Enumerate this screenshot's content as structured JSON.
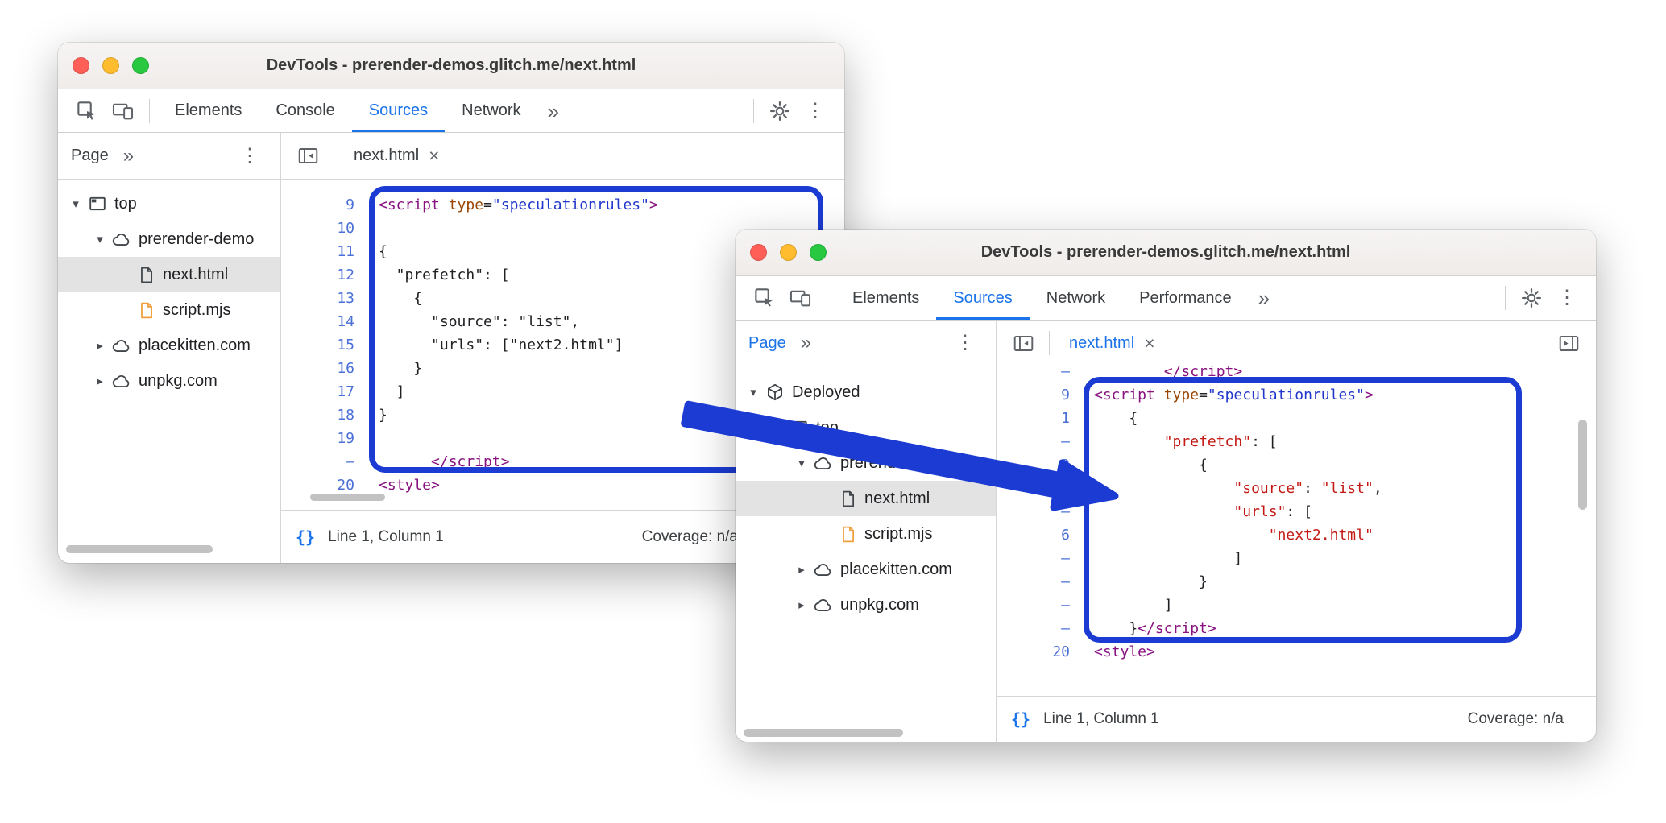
{
  "colors": {
    "annotation_blue": "#1b3bd2",
    "accent_blue": "#1a73e8",
    "traffic_red": "#ff5f57",
    "traffic_yellow": "#febc2e",
    "traffic_green": "#28c840",
    "string_red": "#c41a16",
    "tag_purple": "#881280"
  },
  "back_window": {
    "title": "DevTools - prerender-demos.glitch.me/next.html",
    "toolbar": {
      "tabs": [
        {
          "label": "Elements"
        },
        {
          "label": "Console"
        },
        {
          "label": "Sources",
          "selected": true
        },
        {
          "label": "Network"
        }
      ],
      "more": "»",
      "kebab": "⋮"
    },
    "sidebar": {
      "panel": "Page",
      "more": "»",
      "kebab": "⋮",
      "tree": [
        {
          "label": "top",
          "icon": "frame",
          "expander": "▾",
          "depth": 0
        },
        {
          "label": "prerender-demo",
          "icon": "cloud",
          "expander": "▾",
          "depth": 1
        },
        {
          "label": "next.html",
          "icon": "file",
          "depth": 2,
          "selected": true
        },
        {
          "label": "script.mjs",
          "icon": "file-js",
          "depth": 2
        },
        {
          "label": "placekitten.com",
          "icon": "cloud",
          "expander": "▸",
          "depth": 1
        },
        {
          "label": "unpkg.com",
          "icon": "cloud",
          "expander": "▸",
          "depth": 1
        }
      ]
    },
    "editor": {
      "tab": "next.html",
      "close": "×",
      "lines": [
        {
          "num": "9",
          "seg": [
            {
              "t": "<script",
              "c": "tag"
            },
            {
              "t": " "
            },
            {
              "t": "type",
              "c": "attr"
            },
            {
              "t": "="
            },
            {
              "t": "\"speculationrules\"",
              "c": "str"
            },
            {
              "t": ">",
              "c": "tag"
            }
          ]
        },
        {
          "num": "10",
          "seg": []
        },
        {
          "num": "11",
          "seg": [
            {
              "t": "{"
            }
          ]
        },
        {
          "num": "12",
          "seg": [
            {
              "t": "  \"prefetch\": ["
            }
          ]
        },
        {
          "num": "13",
          "seg": [
            {
              "t": "    {"
            }
          ]
        },
        {
          "num": "14",
          "seg": [
            {
              "t": "      \"source\": \"list\","
            }
          ]
        },
        {
          "num": "15",
          "seg": [
            {
              "t": "      \"urls\": [\"next2.html\"]"
            }
          ]
        },
        {
          "num": "16",
          "seg": [
            {
              "t": "    }"
            }
          ]
        },
        {
          "num": "17",
          "seg": [
            {
              "t": "  ]"
            }
          ]
        },
        {
          "num": "18",
          "seg": [
            {
              "t": "}"
            }
          ]
        },
        {
          "num": "19",
          "seg": []
        },
        {
          "num": "–",
          "seg": [
            {
              "t": "      "
            },
            {
              "t": "</script>",
              "c": "tag"
            }
          ]
        },
        {
          "num": "20",
          "seg": [
            {
              "t": "<style>",
              "c": "tag"
            }
          ]
        }
      ]
    },
    "status": {
      "braces": "{}",
      "left": "Line 1, Column 1",
      "right": "Coverage: n/a"
    }
  },
  "front_window": {
    "title": "DevTools - prerender-demos.glitch.me/next.html",
    "toolbar": {
      "tabs": [
        {
          "label": "Elements"
        },
        {
          "label": "Sources",
          "selected": true
        },
        {
          "label": "Network"
        },
        {
          "label": "Performance"
        }
      ],
      "more": "»",
      "kebab": "⋮"
    },
    "sidebar": {
      "panel": "Page",
      "more": "»",
      "kebab": "⋮",
      "tree": [
        {
          "label": "Deployed",
          "icon": "cube",
          "expander": "▾",
          "depth": 0
        },
        {
          "label": "top",
          "icon": "frame",
          "expander": "▾",
          "depth": 1
        },
        {
          "label": "prerender-demo",
          "icon": "cloud",
          "expander": "▾",
          "depth": 2
        },
        {
          "label": "next.html",
          "icon": "file",
          "depth": 3,
          "selected": true
        },
        {
          "label": "script.mjs",
          "icon": "file-js",
          "depth": 3
        },
        {
          "label": "placekitten.com",
          "icon": "cloud",
          "expander": "▸",
          "depth": 2
        },
        {
          "label": "unpkg.com",
          "icon": "cloud",
          "expander": "▸",
          "depth": 2
        }
      ]
    },
    "editor": {
      "tab": "next.html",
      "close": "×",
      "lines": [
        {
          "num": "–",
          "seg": [
            {
              "t": "        "
            },
            {
              "t": "</script>",
              "c": "tag"
            }
          ]
        },
        {
          "num": "9",
          "seg": [
            {
              "t": "<script",
              "c": "tag"
            },
            {
              "t": " "
            },
            {
              "t": "type",
              "c": "attr"
            },
            {
              "t": "="
            },
            {
              "t": "\"speculationrules\"",
              "c": "str"
            },
            {
              "t": ">",
              "c": "tag"
            }
          ]
        },
        {
          "num": "1",
          "seg": [
            {
              "t": "    {"
            }
          ]
        },
        {
          "num": "–",
          "seg": [
            {
              "t": "        "
            },
            {
              "t": "\"prefetch\"",
              "c": "red"
            },
            {
              "t": ": ["
            }
          ]
        },
        {
          "num": "3",
          "seg": [
            {
              "t": "            {"
            }
          ]
        },
        {
          "num": "–",
          "seg": [
            {
              "t": "                "
            },
            {
              "t": "\"source\"",
              "c": "red"
            },
            {
              "t": ": "
            },
            {
              "t": "\"list\"",
              "c": "red"
            },
            {
              "t": ","
            }
          ]
        },
        {
          "num": "–",
          "seg": [
            {
              "t": "                "
            },
            {
              "t": "\"urls\"",
              "c": "red"
            },
            {
              "t": ": ["
            }
          ]
        },
        {
          "num": "6",
          "seg": [
            {
              "t": "                    "
            },
            {
              "t": "\"next2.html\"",
              "c": "red"
            }
          ]
        },
        {
          "num": "–",
          "seg": [
            {
              "t": "                ]"
            }
          ]
        },
        {
          "num": "–",
          "seg": [
            {
              "t": "            }"
            }
          ]
        },
        {
          "num": "–",
          "seg": [
            {
              "t": "        ]"
            }
          ]
        },
        {
          "num": "–",
          "seg": [
            {
              "t": "    }"
            },
            {
              "t": "</script>",
              "c": "tag"
            }
          ]
        },
        {
          "num": "20",
          "seg": [
            {
              "t": "<style>",
              "c": "tag"
            }
          ]
        }
      ]
    },
    "status": {
      "braces": "{}",
      "left": "Line 1, Column 1",
      "right": "Coverage: n/a"
    }
  }
}
